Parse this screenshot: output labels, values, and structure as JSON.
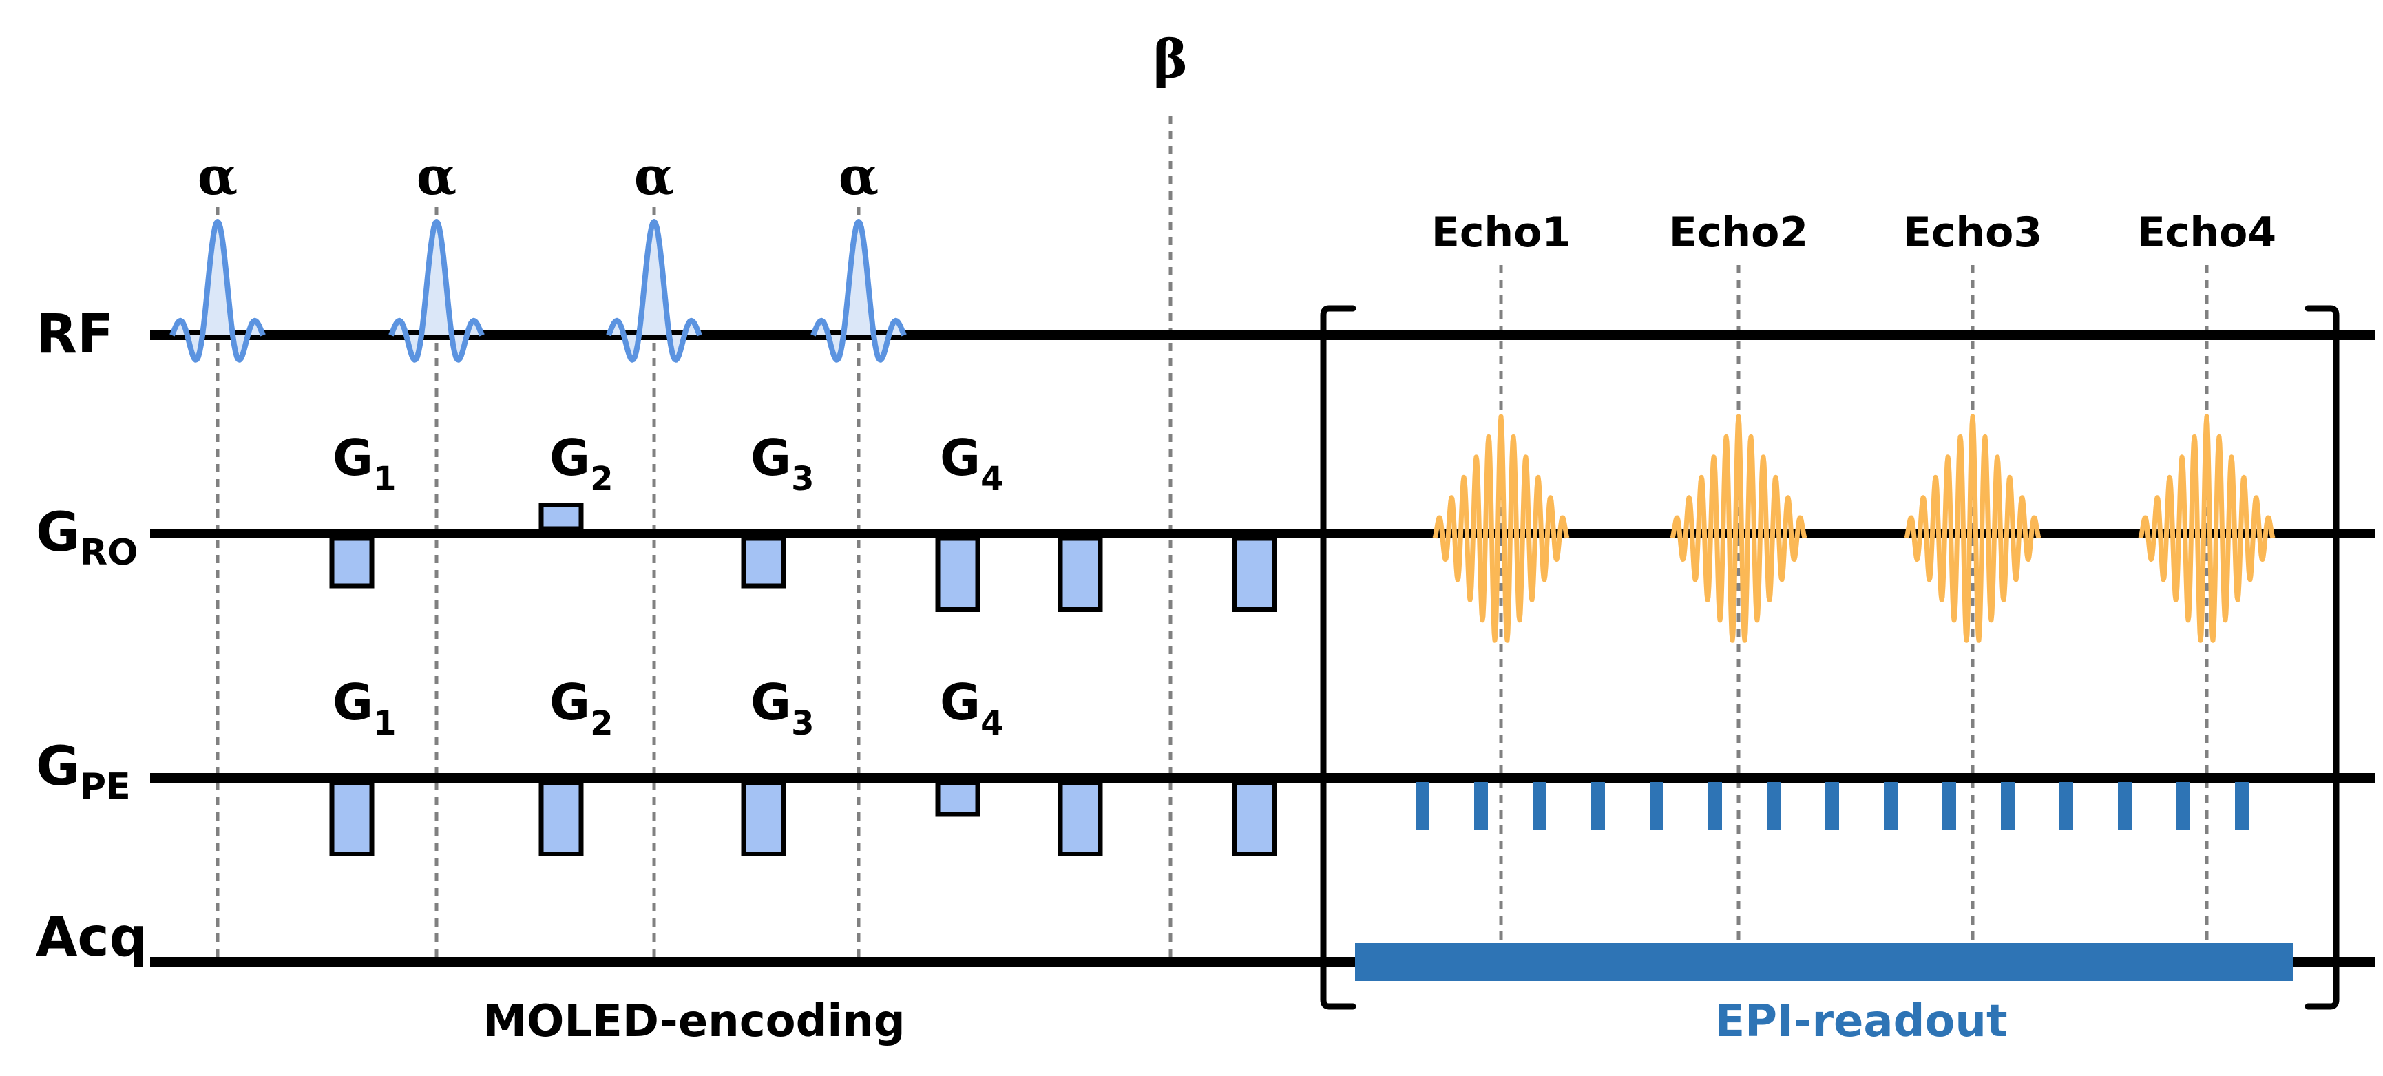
{
  "diagram": {
    "type": "MRI pulse sequence diagram",
    "rows": {
      "rf": {
        "label": "RF"
      },
      "gro": {
        "label": "G",
        "sub": "RO"
      },
      "gpe": {
        "label": "G",
        "sub": "PE"
      },
      "acq": {
        "label": "Acq"
      }
    },
    "rf_pulses": [
      {
        "label": "α"
      },
      {
        "label": "α"
      },
      {
        "label": "α"
      },
      {
        "label": "α"
      }
    ],
    "beta_marker": {
      "label": "β"
    },
    "gradient_labels": [
      {
        "label": "G",
        "sub": "1"
      },
      {
        "label": "G",
        "sub": "2"
      },
      {
        "label": "G",
        "sub": "3"
      },
      {
        "label": "G",
        "sub": "4"
      }
    ],
    "gro_lobes": [
      {
        "name": "G1",
        "polarity": "negative",
        "amplitude": 0.6
      },
      {
        "name": "G2",
        "polarity": "positive",
        "amplitude": 0.3
      },
      {
        "name": "G3",
        "polarity": "negative",
        "amplitude": 0.6
      },
      {
        "name": "G4a",
        "polarity": "negative",
        "amplitude": 0.9
      },
      {
        "name": "G4b",
        "polarity": "negative",
        "amplitude": 0.9
      },
      {
        "name": "crusher",
        "polarity": "negative",
        "amplitude": 0.9
      }
    ],
    "gpe_lobes": [
      {
        "name": "G1",
        "polarity": "negative",
        "amplitude": 0.9
      },
      {
        "name": "G2",
        "polarity": "negative",
        "amplitude": 0.9
      },
      {
        "name": "G3",
        "polarity": "negative",
        "amplitude": 0.9
      },
      {
        "name": "G4a",
        "polarity": "negative",
        "amplitude": 0.4
      },
      {
        "name": "G4b",
        "polarity": "negative",
        "amplitude": 0.9
      },
      {
        "name": "crusher",
        "polarity": "negative",
        "amplitude": 0.9
      }
    ],
    "echoes": [
      {
        "label": "Echo1"
      },
      {
        "label": "Echo2"
      },
      {
        "label": "Echo3"
      },
      {
        "label": "Echo4"
      }
    ],
    "epi_blip_count": 15,
    "sections": {
      "encoding": "MOLED-encoding",
      "readout": "EPI-readout"
    },
    "colors": {
      "rf_pulse": "#5b93e0",
      "rf_fill": "#dbe7f8",
      "gradient_lobe": "#a4c2f4",
      "echo_signal": "#fbb855",
      "epi_blue": "#2e74b5",
      "guide_line": "#808080",
      "axis": "#000000"
    }
  }
}
